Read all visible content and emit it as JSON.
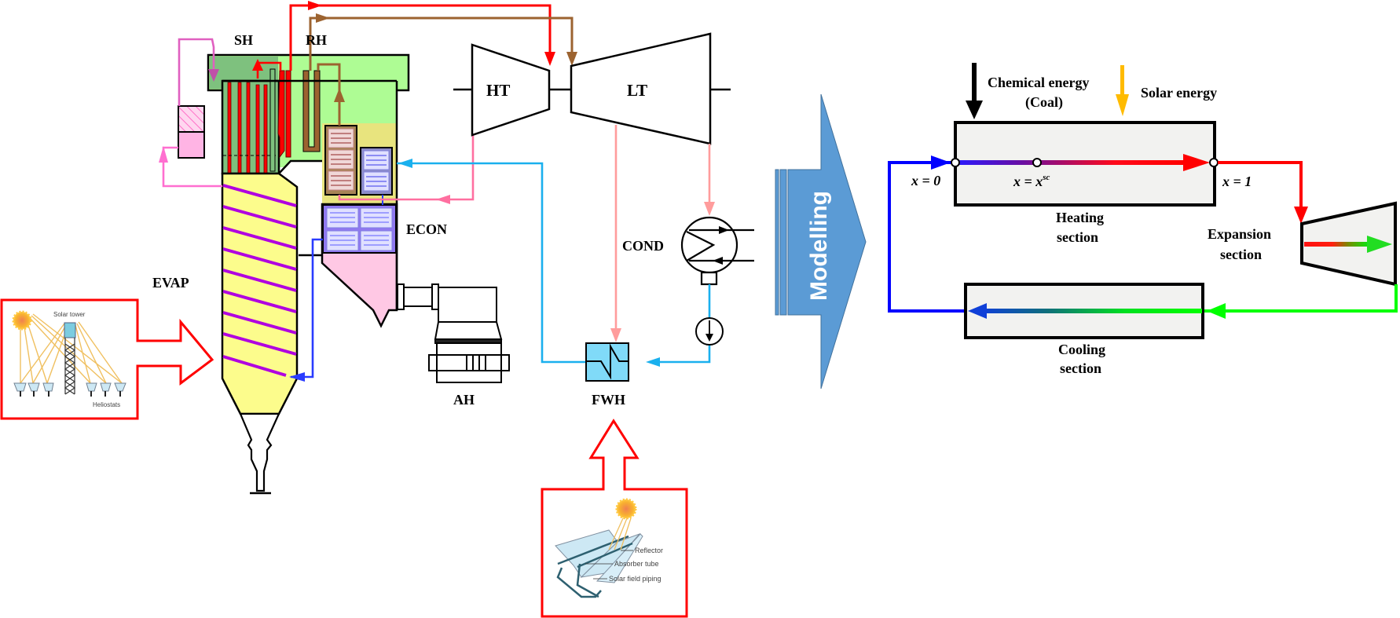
{
  "figure": {
    "plant_labels": {
      "superheater": "SH",
      "reheater": "RH",
      "evaporator": "EVAP",
      "economizer": "ECON",
      "air_heater": "AH",
      "high_pressure_turbine": "HT",
      "low_pressure_turbine": "LT",
      "condenser": "COND",
      "feedwater_heater": "FWH"
    },
    "solar_tower_inset": {
      "tower_label": "Solar tower",
      "heliostats_label": "Heliostats"
    },
    "trough_inset": {
      "reflector_label": "Reflector",
      "absorber_label": "Absorber tube",
      "piping_label": "Solar field piping"
    },
    "transition_arrow": {
      "label": "Modelling"
    },
    "model": {
      "chemical_energy_line1": "Chemical energy",
      "chemical_energy_line2": "(Coal)",
      "solar_energy": "Solar energy",
      "x0_label": "x = 0",
      "xsc_label_base": "x = x",
      "xsc_label_sup": "sc",
      "x1_label": "x = 1",
      "heating_line1": "Heating",
      "heating_line2": "section",
      "expansion_line1": "Expansion",
      "expansion_line2": "section",
      "cooling_line1": "Cooling",
      "cooling_line2": "section"
    },
    "colors": {
      "main_steam": "#ff0000",
      "reheat_steam": "#9c6330",
      "hot_reheat_pink": "#ff6fa0",
      "feedwater": "#1ab0ee",
      "extraction": "#ff9c9c",
      "evap_feed": "#2a3cff",
      "solar_inset_border": "#ff0000",
      "model_arrow": "#5b9bd5",
      "heating_fill": "#f2f2f0",
      "cold_blue": "#0000ff",
      "exhaust_green": "#00ee00",
      "solar_arrow": "#ffbb00"
    }
  }
}
